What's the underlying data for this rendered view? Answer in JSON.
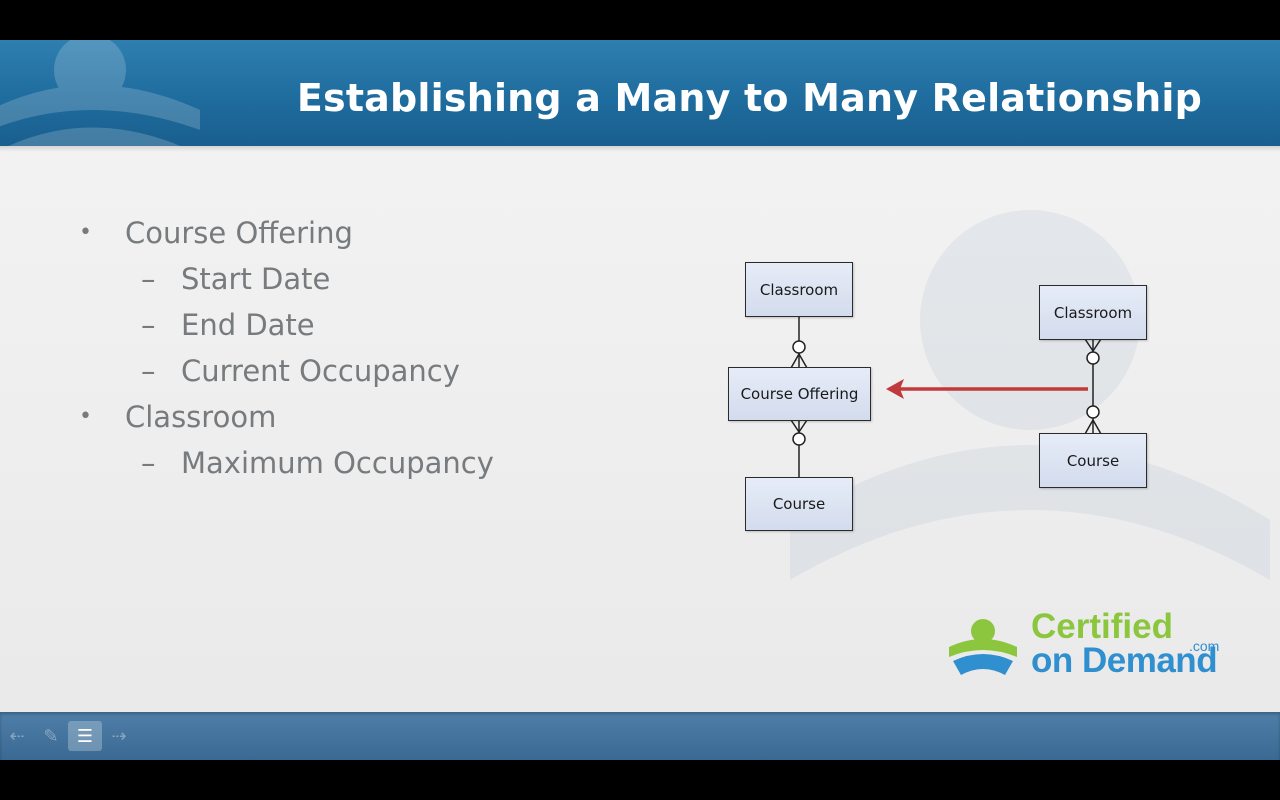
{
  "slide": {
    "title": "Establishing a Many to Many Relationship",
    "bullets": [
      {
        "level": 1,
        "marker": "•",
        "text": "Course Offering"
      },
      {
        "level": 2,
        "marker": "–",
        "text": "Start Date"
      },
      {
        "level": 2,
        "marker": "–",
        "text": "End Date"
      },
      {
        "level": 2,
        "marker": "–",
        "text": "Current Occupancy"
      },
      {
        "level": 1,
        "marker": "•",
        "text": "Classroom"
      },
      {
        "level": 2,
        "marker": "–",
        "text": "Maximum Occupancy"
      }
    ],
    "diagram": {
      "left": {
        "classroom": "Classroom",
        "course_offering": "Course Offering",
        "course": "Course"
      },
      "right": {
        "classroom": "Classroom",
        "course": "Course"
      }
    },
    "logo": {
      "line1": "Certified",
      "line2": "on Demand",
      "suffix": ".com"
    }
  },
  "controls": {
    "items": [
      {
        "name": "back-icon",
        "glyph": "⇠"
      },
      {
        "name": "pencil-icon",
        "glyph": "✎"
      },
      {
        "name": "notes-icon",
        "glyph": "☰"
      },
      {
        "name": "forward-icon",
        "glyph": "⇢"
      }
    ]
  },
  "colors": {
    "header": "#1f6c9e",
    "bullet_text": "#777b7e",
    "arrow": "#c0393b",
    "logo_green": "#8cc63f",
    "logo_blue": "#2f8fcf"
  }
}
